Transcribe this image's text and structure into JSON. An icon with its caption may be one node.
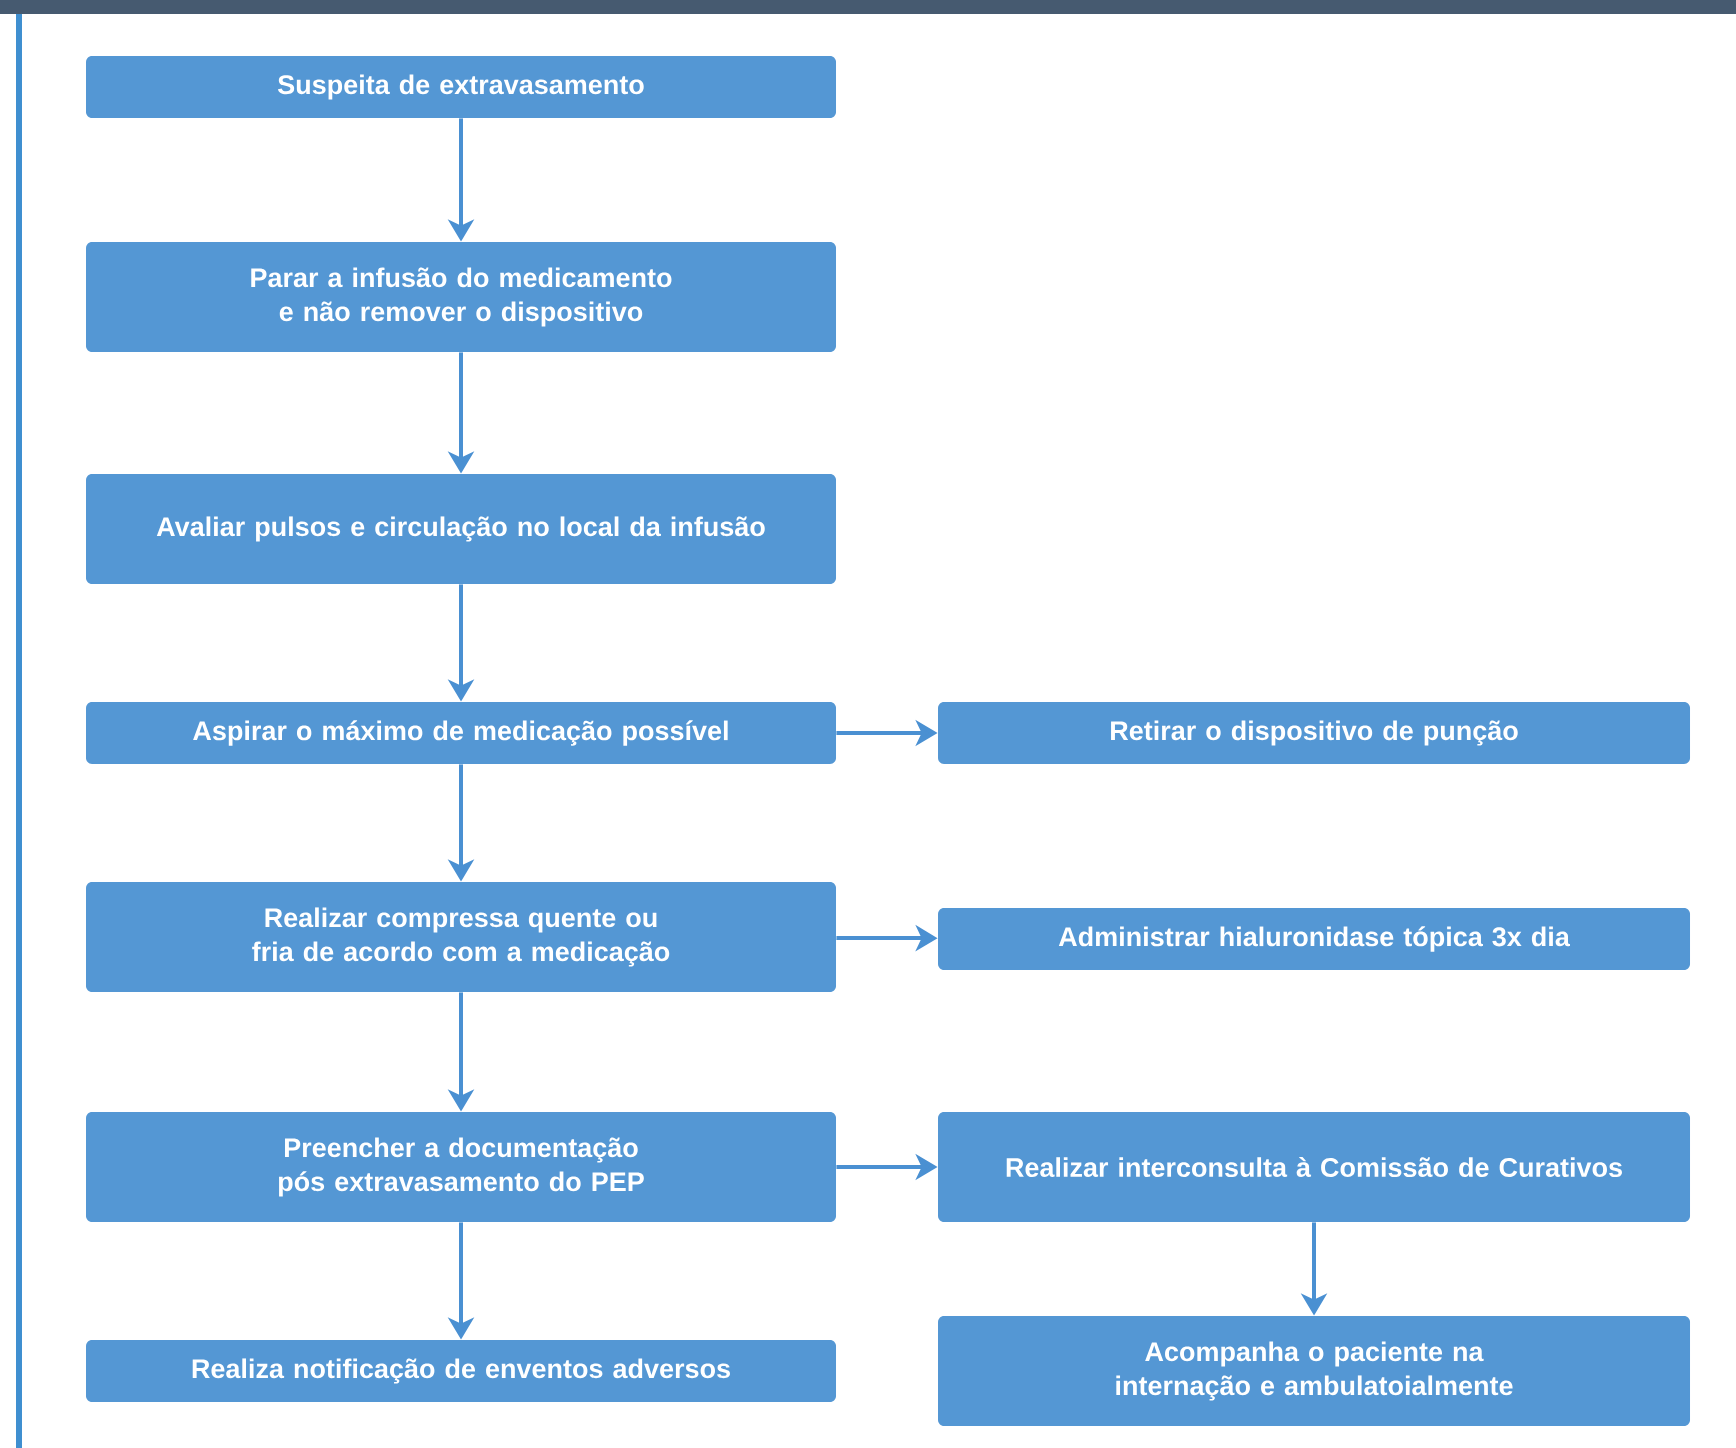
{
  "diagram": {
    "nodes": [
      {
        "text": [
          "Suspeita de extravasamento"
        ]
      },
      {
        "text": [
          "Parar a infusão do medicamento e não remover o dispositivo"
        ]
      },
      {
        "text": [
          "Avaliar pulsos e circulação no local da infusão"
        ]
      },
      {
        "text": [
          "Aspirar o máximo de medicação possível"
        ]
      },
      {
        "text": [
          "Realizar compressa quente ou fria de acordo com a medicação"
        ]
      },
      {
        "text": [
          "Preencher a documentação pós extravasamento do PEP"
        ]
      },
      {
        "text": [
          "Realiza notificação de enventos adversos"
        ]
      },
      {
        "text": [
          "Retirar o dispositivo de punção"
        ]
      },
      {
        "text": [
          "Administrar hialuronidase tópica 3x dia"
        ]
      },
      {
        "text": [
          "Realizar interconsulta à Comissão de Curativos"
        ]
      },
      {
        "text": [
          "Acompanha o paciente na internação e ambulatoialmente"
        ]
      }
    ],
    "edges": [
      {
        "from": 0,
        "to": 1,
        "arrow": "to"
      },
      {
        "from": 1,
        "to": 2,
        "arrow": "to"
      },
      {
        "from": 2,
        "to": 3,
        "arrow": "to"
      },
      {
        "from": 3,
        "to": 4,
        "arrow": "to"
      },
      {
        "from": 4,
        "to": 5,
        "arrow": "to"
      },
      {
        "from": 5,
        "to": 6,
        "arrow": "to"
      },
      {
        "from": 3,
        "to": 7,
        "arrow": "to"
      },
      {
        "from": 4,
        "to": 8,
        "arrow": "to"
      },
      {
        "from": 5,
        "to": 9,
        "arrow": "to"
      },
      {
        "from": 9,
        "to": 10,
        "arrow": "to"
      }
    ]
  }
}
